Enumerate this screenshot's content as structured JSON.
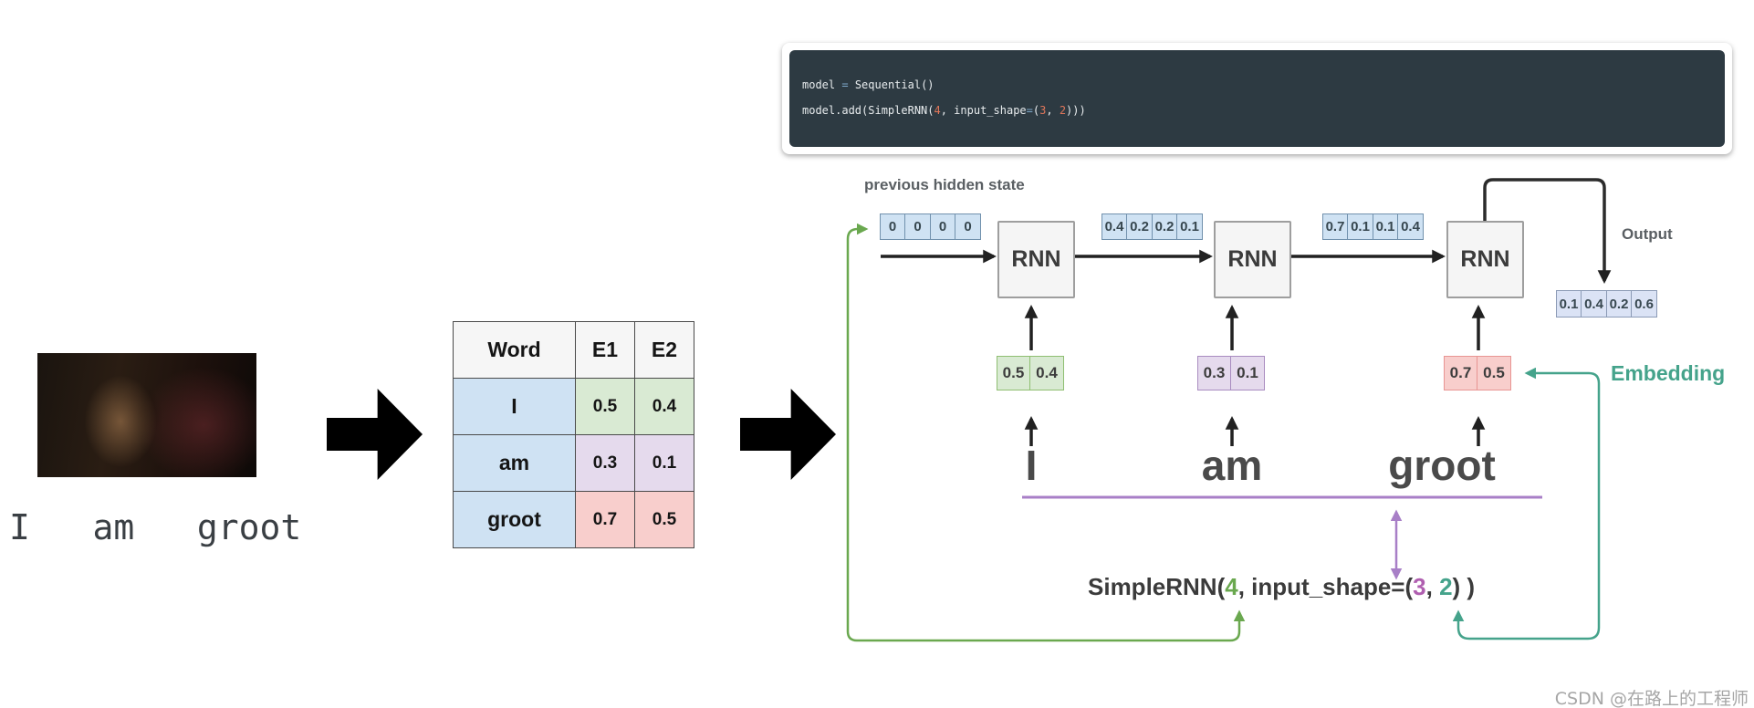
{
  "source_phrase": "I   am   groot",
  "embedding_table": {
    "headers": [
      "Word",
      "E1",
      "E2"
    ],
    "rows": [
      {
        "word": "I",
        "e1": "0.5",
        "e2": "0.4",
        "tone": "green"
      },
      {
        "word": "am",
        "e1": "0.3",
        "e2": "0.1",
        "tone": "purple"
      },
      {
        "word": "groot",
        "e1": "0.7",
        "e2": "0.5",
        "tone": "red"
      }
    ]
  },
  "code_snippet": {
    "lines": [
      [
        {
          "text": "model ",
          "type": "plain"
        },
        {
          "text": "=",
          "type": "op"
        },
        {
          "text": " Sequential()",
          "type": "plain"
        }
      ],
      [
        {
          "text": "model.add(SimpleRNN(",
          "type": "plain"
        },
        {
          "text": "4",
          "type": "num"
        },
        {
          "text": ", input_shape",
          "type": "plain"
        },
        {
          "text": "=",
          "type": "op"
        },
        {
          "text": "(",
          "type": "plain"
        },
        {
          "text": "3",
          "type": "num"
        },
        {
          "text": ", ",
          "type": "plain"
        },
        {
          "text": "2",
          "type": "num"
        },
        {
          "text": ")))",
          "type": "plain"
        }
      ]
    ]
  },
  "rnn_diagram": {
    "prev_hidden_label": "previous hidden state",
    "output_label": "Output",
    "embedding_label": "Embedding",
    "rnn_box_label": "RNN",
    "hidden_state_vectors": [
      {
        "values": [
          "0",
          "0",
          "0",
          "0"
        ]
      },
      {
        "values": [
          "0.4",
          "0.2",
          "0.2",
          "0.1"
        ]
      },
      {
        "values": [
          "0.7",
          "0.1",
          "0.1",
          "0.4"
        ]
      }
    ],
    "output_vector": {
      "values": [
        "0.1",
        "0.4",
        "0.2",
        "0.6"
      ]
    },
    "embedding_vectors": [
      {
        "values": [
          "0.5",
          "0.4"
        ],
        "tone": "green"
      },
      {
        "values": [
          "0.3",
          "0.1"
        ],
        "tone": "purple"
      },
      {
        "values": [
          "0.7",
          "0.5"
        ],
        "tone": "red"
      }
    ],
    "input_words": [
      "I",
      "am",
      "groot"
    ],
    "formula_tokens": [
      {
        "text": "SimpleRNN(",
        "color": "default"
      },
      {
        "text": "4",
        "color": "green"
      },
      {
        "text": ", input_shape=(",
        "color": "default"
      },
      {
        "text": "3",
        "color": "magenta"
      },
      {
        "text": ", ",
        "color": "default"
      },
      {
        "text": "2",
        "color": "teal"
      },
      {
        "text": ") )",
        "color": "default"
      }
    ]
  },
  "colors": {
    "arrow_black": "#212121",
    "path_green": "#6aa84f",
    "path_teal": "#45a38b",
    "path_purple": "#a87fc7",
    "code_number": "#e0765a",
    "code_operator": "#7da7c8"
  },
  "watermark": "CSDN @在路上的工程师"
}
